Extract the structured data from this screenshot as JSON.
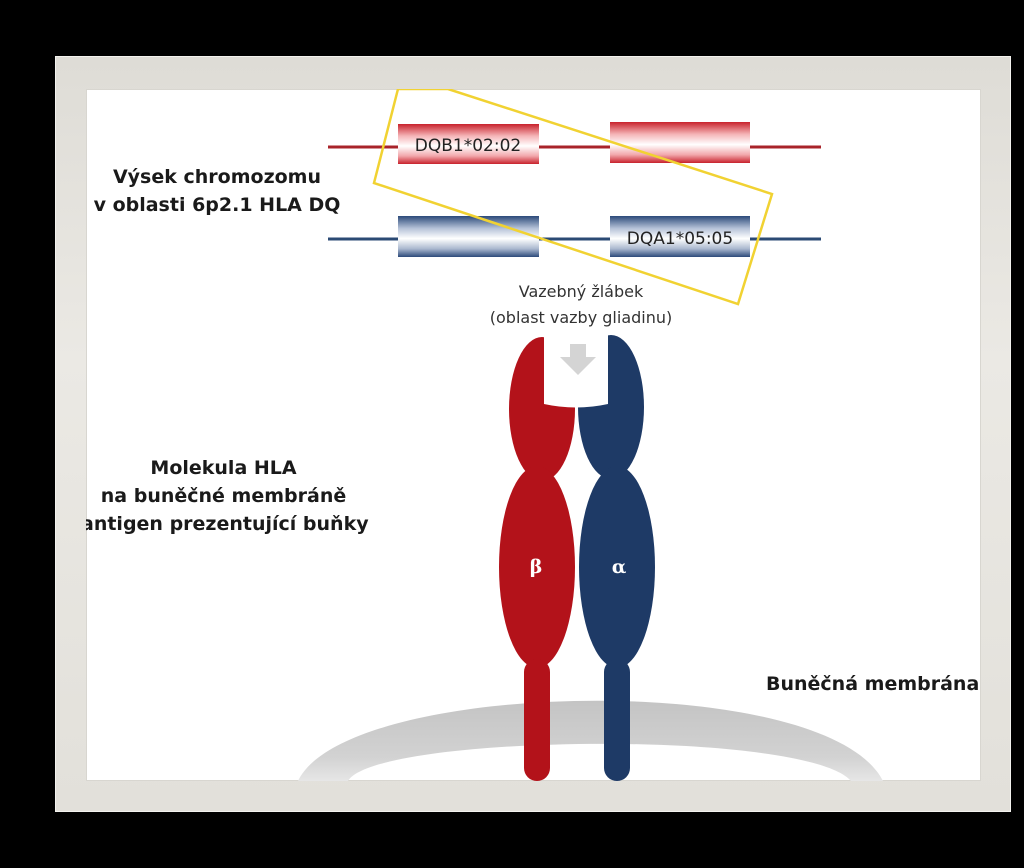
{
  "chromosome_label": {
    "line1": "Výsek chromozomu",
    "line2": "v oblasti 6p2.1 HLA DQ"
  },
  "genes": {
    "beta_gene": "DQB1*02:02",
    "alpha_gene": "DQA1*05:05"
  },
  "groove_label": {
    "line1": "Vazebný žlábek",
    "line2": "(oblast vazby gliadinu)"
  },
  "molecule_label": {
    "line1": "Molekula HLA",
    "line2": "na buněčné membráně",
    "line3": "antigen prezentující buňky"
  },
  "chain_labels": {
    "beta": "β",
    "alpha": "α"
  },
  "membrane_label": "Buněčná membrána",
  "colors": {
    "beta_chain": "#b3121a",
    "alpha_chain": "#1e3a66",
    "highlight_box": "#f1d232",
    "membrane": "#cfcfcf"
  }
}
